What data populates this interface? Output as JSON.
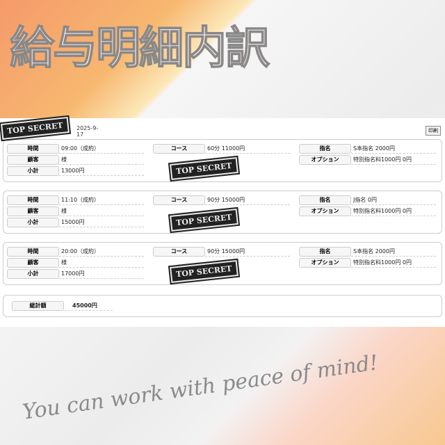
{
  "title": "給与明細内訳",
  "date": "2025-9-17",
  "print_label": "印刷",
  "stamp_text": "TOP SECRET",
  "watermark": "You can work with peace of mind!",
  "labels": {
    "time": "時間",
    "customer": "顧客",
    "subtotal": "小計",
    "course": "コース",
    "nomination": "指名",
    "option": "オプション",
    "total": "総計額"
  },
  "entries": [
    {
      "time": "09:00（成約）",
      "customer": "様",
      "subtotal": "13000円",
      "course": "60分 11000円",
      "nomination": "S本指名 2000円",
      "option": "特別指名料1000円 0円"
    },
    {
      "time": "11:10（成約）",
      "customer": "様",
      "subtotal": "15000円",
      "course": "90分 15000円",
      "nomination": "J指名 0円",
      "option": "特別指名料1000円 0円"
    },
    {
      "time": "20:00（成約）",
      "customer": "様",
      "subtotal": "17000円",
      "course": "90分 15000円",
      "nomination": "S本指名 2000円",
      "option": "特別指名料1000円 0円"
    }
  ],
  "total": "45000円"
}
